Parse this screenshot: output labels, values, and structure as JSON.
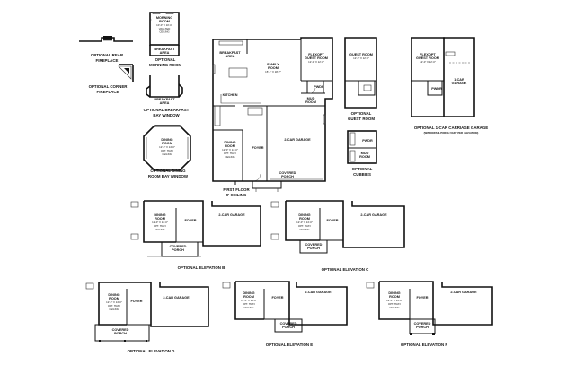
{
  "captions": {
    "rear_fireplace": [
      "OPTIONAL REAR",
      "FIREPLACE"
    ],
    "corner_fireplace": [
      "OPTIONAL CORNER",
      "FIREPLACE"
    ],
    "morning_room": [
      "OPTIONAL",
      "MORNING ROOM"
    ],
    "breakfast_bay": [
      "OPTIONAL BREAKFAST",
      "BAY WINDOW"
    ],
    "dining_bay": [
      "OPTIONAL DINING",
      "ROOM BAY WINDOW"
    ],
    "first_floor": [
      "FIRST FLOOR",
      "9' CEILING"
    ],
    "guest_room": [
      "OPTIONAL",
      "GUEST ROOM"
    ],
    "cubbies": [
      "OPTIONAL",
      "CUBBIES"
    ],
    "carriage_garage": [
      "OPTIONAL 1-CAR CARRIAGE GARAGE"
    ],
    "carriage_note": "(WINDOWS & PORCH VARY PER ELEVATION)",
    "elev_b": "OPTIONAL ELEVATION B",
    "elev_c": "OPTIONAL ELEVATION C",
    "elev_d": "OPTIONAL ELEVATION D",
    "elev_e": "OPTIONAL ELEVATION E",
    "elev_f": "OPTIONAL ELEVATION F"
  },
  "rooms": {
    "morning_room": [
      "MORNING",
      "ROOM",
      "10'-0\" X 10'-0\"",
      "VAULTED",
      "CEILING"
    ],
    "breakfast_area": [
      "BREAKFAST",
      "AREA"
    ],
    "dining_bay": [
      "DINING",
      "ROOM",
      "12'-0\" X 14'-0\"",
      "OPT. TRAY",
      "CEILING"
    ],
    "main_breakfast": [
      "BREAKFAST",
      "AREA"
    ],
    "family_room": [
      "FAMILY",
      "ROOM",
      "15'-1\" X 18'-7\""
    ],
    "flexopt_guest": [
      "FLEXOPT",
      "GUEST ROOM",
      "12'-0\" X 12'-0\""
    ],
    "kitchen": "KITCHEN",
    "pwdr": "PWDR",
    "mud_room": [
      "MUD",
      "ROOM"
    ],
    "dining_main": [
      "DINING",
      "ROOM",
      "12'-0\" X 14'-0\"",
      "OPT. TRAY",
      "CEILING"
    ],
    "foyer": "FOYER",
    "garage_2car": "2-CAR GARAGE",
    "covered_porch": [
      "COVERED",
      "PORCH"
    ],
    "guest_room": [
      "GUEST ROOM",
      "12'-0\" X 12'-0\""
    ],
    "pwdr_mud": "PWDR",
    "mud_room_2": [
      "MUD",
      "ROOM"
    ],
    "carriage_flex": [
      "FLEXOPT",
      "GUEST ROOM",
      "12'-0\" X 12'-0\""
    ],
    "carriage_garage": [
      "1-CAR",
      "GARAGE"
    ],
    "elev_dining": [
      "DINING",
      "ROOM",
      "12'-0\" X 14'-0\"",
      "OPT. TRAY",
      "CEILING"
    ],
    "elev_foyer": "FOYER",
    "elev_garage": "2-CAR GARAGE",
    "elev_porch": [
      "COVERED",
      "PORCH"
    ]
  }
}
